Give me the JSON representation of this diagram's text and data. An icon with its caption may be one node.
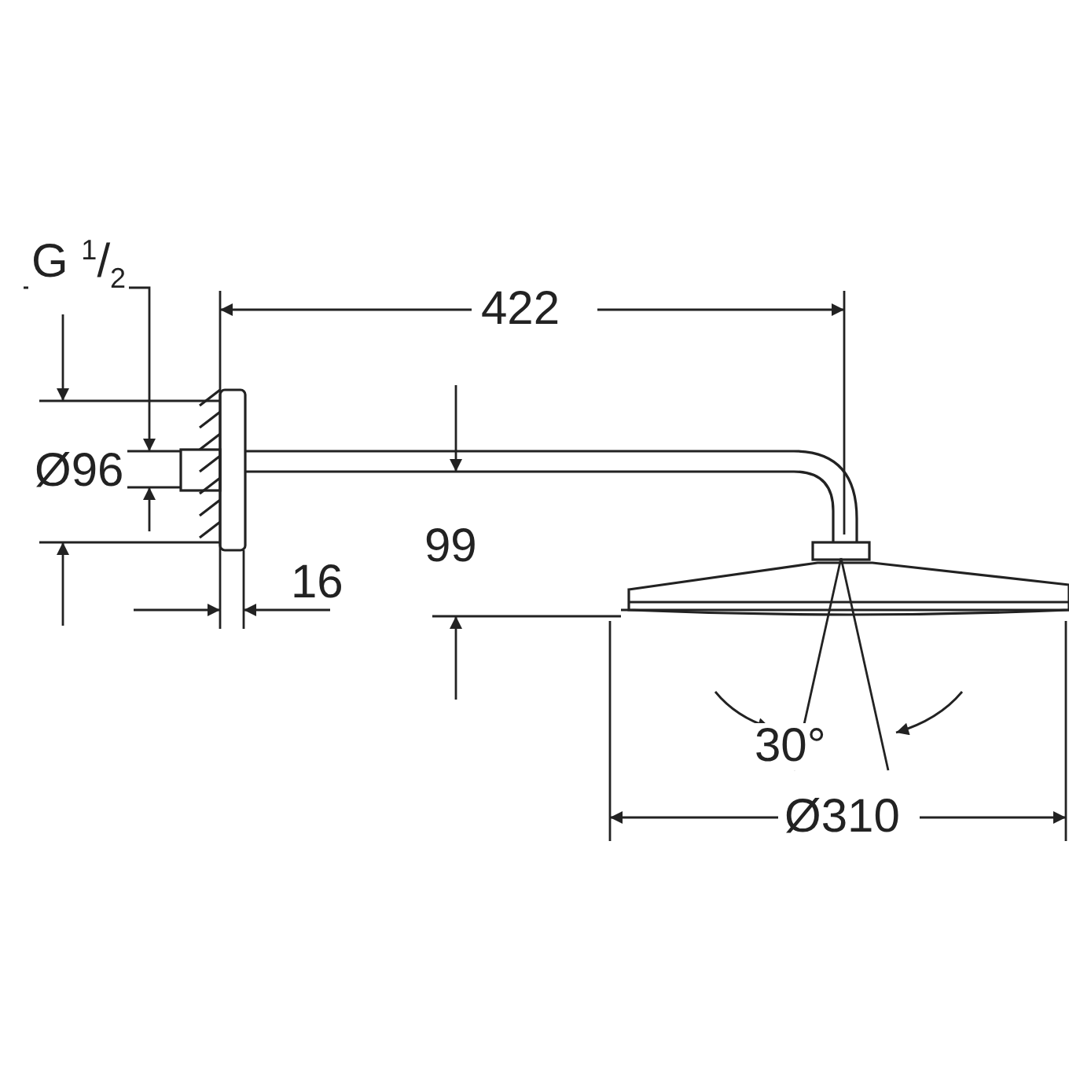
{
  "diagram": {
    "labels": [
      "G $^{1}$/$_{2}$",
      "422",
      "Ø96",
      "16",
      "99",
      "30°",
      "Ø310"
    ]
  }
}
